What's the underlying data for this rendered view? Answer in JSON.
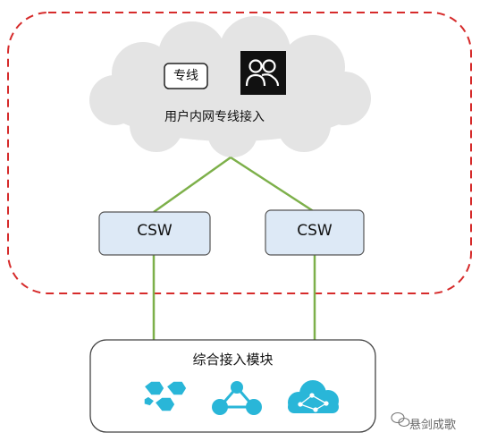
{
  "cloud": {
    "caption": "用户内网专线接入",
    "tag": "专线"
  },
  "switches": [
    {
      "label": "CSW"
    },
    {
      "label": "CSW"
    }
  ],
  "module": {
    "title": "综合接入模块"
  },
  "watermark": "悬剑成歌",
  "colors": {
    "dashed_border": "#d62b2b",
    "cloud_fill": "#e4e4e4",
    "switch_fill": "#dde9f6",
    "link_line": "#7db04a",
    "icon_blue": "#29b6d8",
    "user_icon_bg": "#111111"
  },
  "icons": [
    "user-group-icon",
    "hexagon-cluster-icon",
    "network-nodes-icon",
    "cloud-network-icon",
    "wechat-icon"
  ]
}
